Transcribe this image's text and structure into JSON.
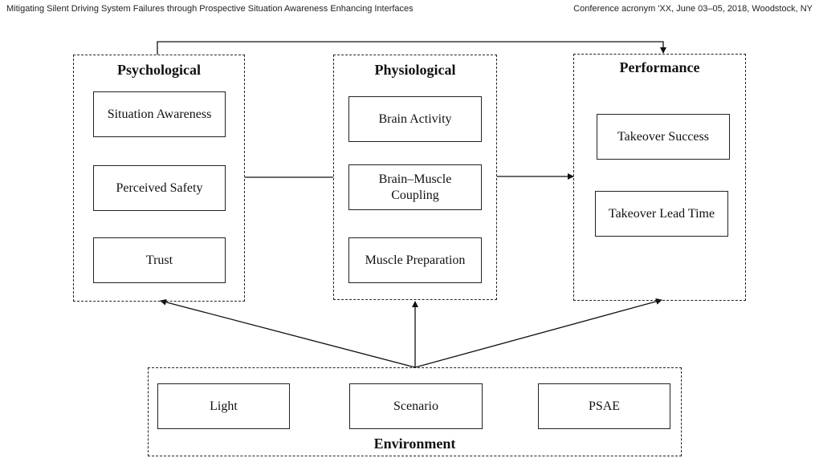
{
  "header": {
    "left": "Mitigating Silent Driving System Failures through Prospective Situation Awareness Enhancing Interfaces",
    "right": "Conference acronym 'XX, June 03–05, 2018, Woodstock, NY"
  },
  "groups": {
    "psychological": {
      "title": "Psychological",
      "items": [
        "Situation Awareness",
        "Perceived Safety",
        "Trust"
      ]
    },
    "physiological": {
      "title": "Physiological",
      "items": [
        "Brain Activity",
        "Brain–Muscle Coupling",
        "Muscle Preparation"
      ]
    },
    "performance": {
      "title": "Performance",
      "items": [
        "Takeover Success",
        "Takeover Lead Time"
      ]
    },
    "environment": {
      "title": "Environment",
      "items": [
        "Light",
        "Scenario",
        "PSAE"
      ]
    }
  }
}
